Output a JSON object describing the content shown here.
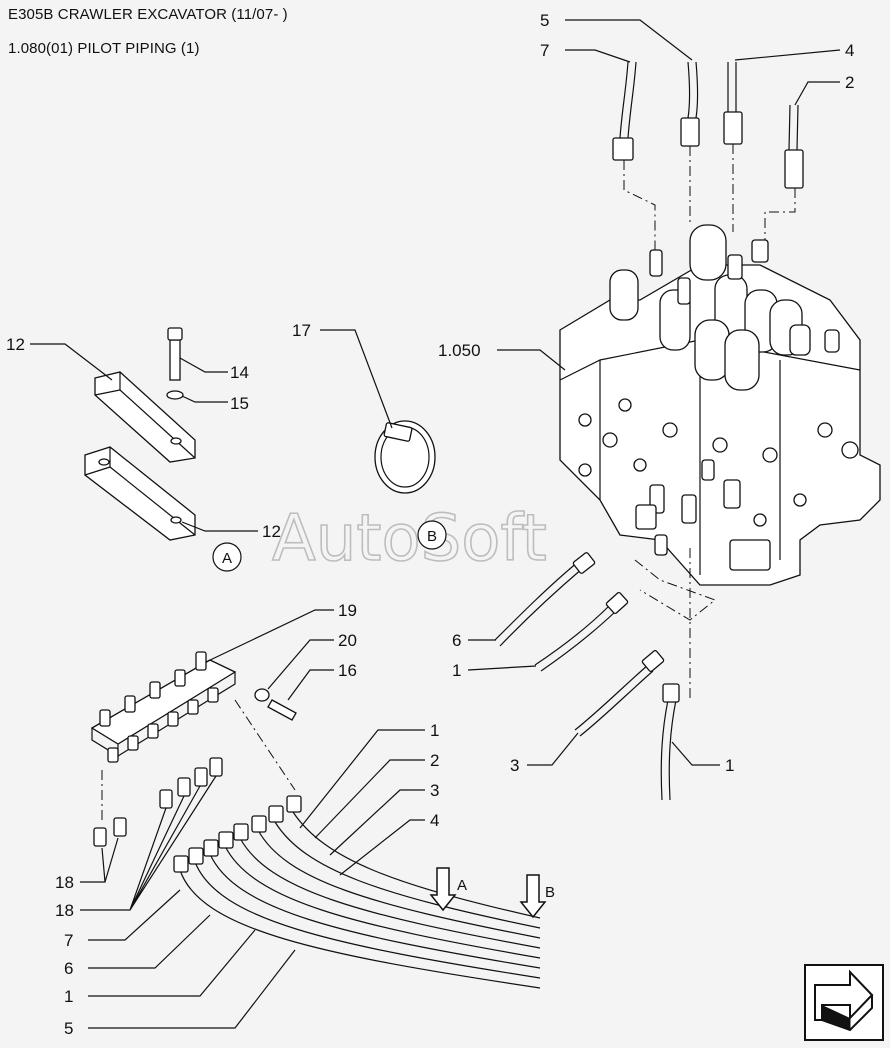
{
  "header": {
    "line1": "E305B CRAWLER EXCAVATOR (11/07- )",
    "line2": "1.080(01) PILOT PIPING (1)"
  },
  "watermark": "AutoSoft",
  "callouts": [
    {
      "id": "c5-top",
      "text": "5"
    },
    {
      "id": "c7-top",
      "text": "7"
    },
    {
      "id": "c4-top",
      "text": "4"
    },
    {
      "id": "c2-top",
      "text": "2"
    },
    {
      "id": "c17",
      "text": "17"
    },
    {
      "id": "c12-top",
      "text": "12"
    },
    {
      "id": "c14",
      "text": "14"
    },
    {
      "id": "c15",
      "text": "15"
    },
    {
      "id": "c12-bot",
      "text": "12"
    },
    {
      "id": "c1050",
      "text": "1.050"
    },
    {
      "id": "c6-mid",
      "text": "6"
    },
    {
      "id": "c1-mid",
      "text": "1"
    },
    {
      "id": "c3-mid",
      "text": "3"
    },
    {
      "id": "c1-right",
      "text": "1"
    },
    {
      "id": "c19",
      "text": "19"
    },
    {
      "id": "c20",
      "text": "20"
    },
    {
      "id": "c16",
      "text": "16"
    },
    {
      "id": "c1-low",
      "text": "1"
    },
    {
      "id": "c2-low",
      "text": "2"
    },
    {
      "id": "c3-low",
      "text": "3"
    },
    {
      "id": "c4-low",
      "text": "4"
    },
    {
      "id": "c18-a",
      "text": "18"
    },
    {
      "id": "c18-b",
      "text": "18"
    },
    {
      "id": "c7-low",
      "text": "7"
    },
    {
      "id": "c6-low",
      "text": "6"
    },
    {
      "id": "c1-bot",
      "text": "1"
    },
    {
      "id": "c5-bot",
      "text": "5"
    }
  ],
  "view_markers": {
    "a": "A",
    "b": "B"
  },
  "flow_arrows": {
    "a": "A",
    "b": "B"
  },
  "nav": {
    "icon": "next-page-arrow-icon"
  }
}
